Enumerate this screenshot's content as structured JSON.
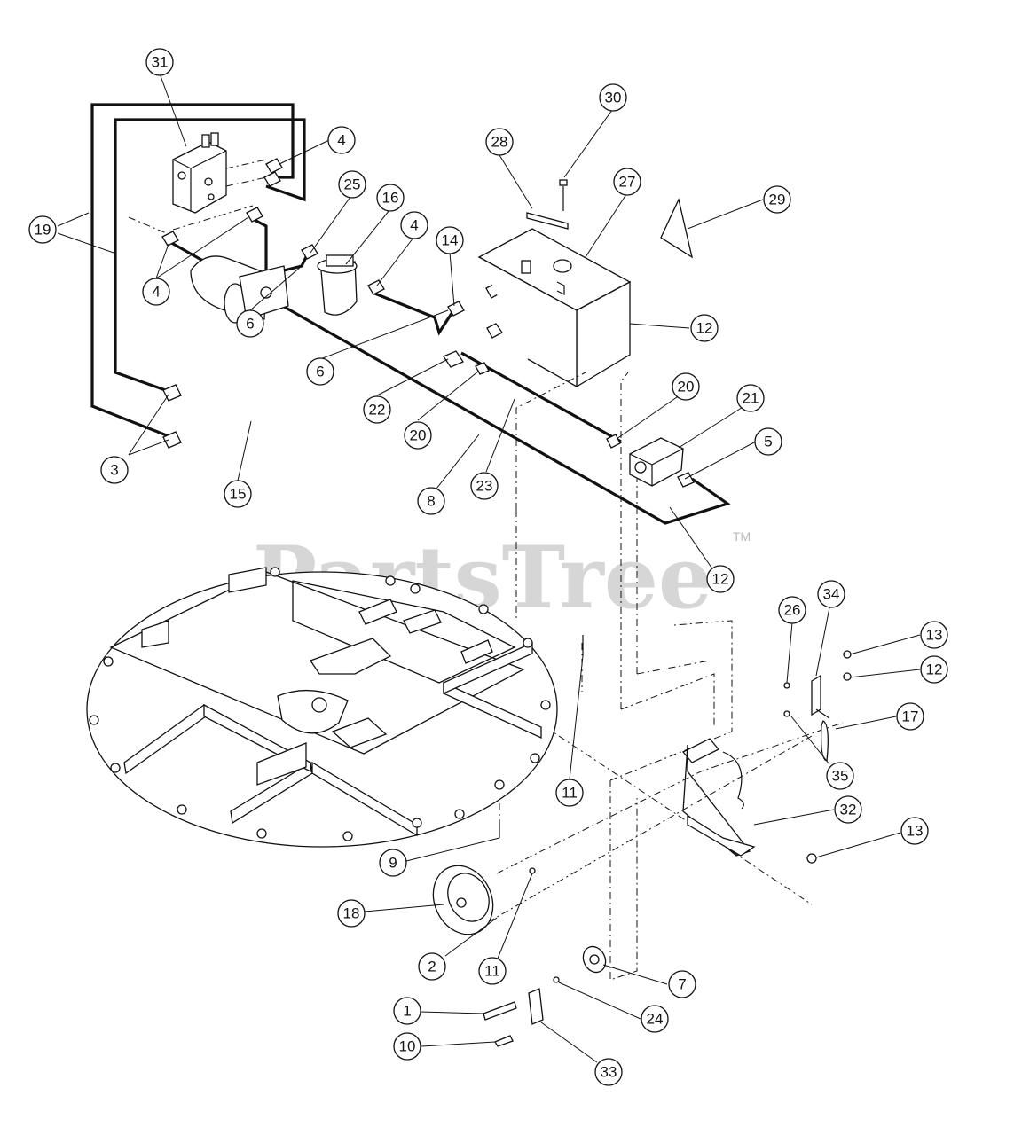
{
  "watermark": {
    "text": "PartsTree",
    "tm": "TM"
  },
  "callouts": [
    {
      "label": "31"
    },
    {
      "label": "4"
    },
    {
      "label": "25"
    },
    {
      "label": "16"
    },
    {
      "label": "4"
    },
    {
      "label": "14"
    },
    {
      "label": "28"
    },
    {
      "label": "30"
    },
    {
      "label": "27"
    },
    {
      "label": "29"
    },
    {
      "label": "19"
    },
    {
      "label": "4"
    },
    {
      "label": "6"
    },
    {
      "label": "6"
    },
    {
      "label": "12"
    },
    {
      "label": "22"
    },
    {
      "label": "20"
    },
    {
      "label": "21"
    },
    {
      "label": "20"
    },
    {
      "label": "5"
    },
    {
      "label": "3"
    },
    {
      "label": "15"
    },
    {
      "label": "23"
    },
    {
      "label": "8"
    },
    {
      "label": "12"
    },
    {
      "label": "26"
    },
    {
      "label": "34"
    },
    {
      "label": "13"
    },
    {
      "label": "12"
    },
    {
      "label": "17"
    },
    {
      "label": "35"
    },
    {
      "label": "11"
    },
    {
      "label": "32"
    },
    {
      "label": "13"
    },
    {
      "label": "9"
    },
    {
      "label": "18"
    },
    {
      "label": "2"
    },
    {
      "label": "11"
    },
    {
      "label": "7"
    },
    {
      "label": "1"
    },
    {
      "label": "24"
    },
    {
      "label": "10"
    },
    {
      "label": "33"
    }
  ]
}
